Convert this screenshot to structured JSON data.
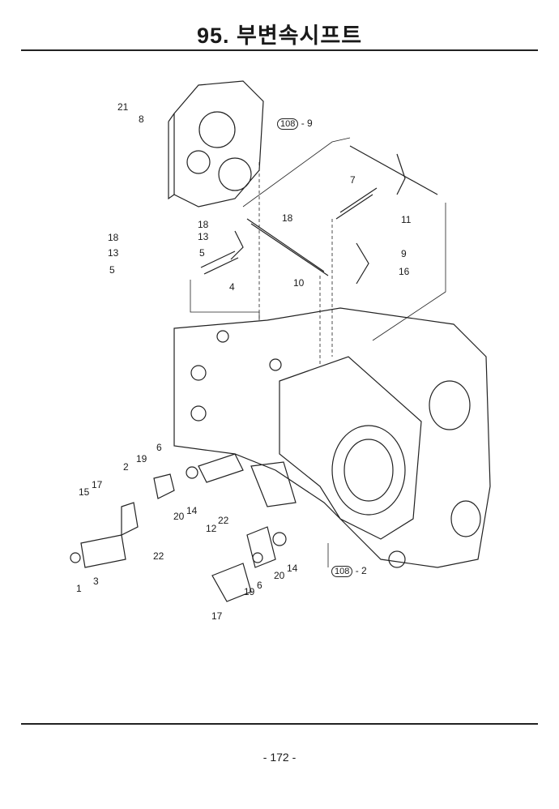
{
  "header": {
    "title": "95. 부변속시프트"
  },
  "diagram": {
    "callouts": [
      "21",
      "8",
      "18",
      "13",
      "5",
      "18",
      "13",
      "5",
      "18",
      "7",
      "11",
      "9",
      "16",
      "10",
      "4",
      "6",
      "19",
      "2",
      "17",
      "15",
      "20",
      "14",
      "22",
      "1",
      "3",
      "12",
      "22",
      "6",
      "20",
      "14",
      "19",
      "17"
    ],
    "refs": [
      {
        "num": "108",
        "suffix": "- 9"
      },
      {
        "num": "108",
        "suffix": "- 2"
      }
    ]
  },
  "footer": {
    "page": "- 172 -"
  }
}
